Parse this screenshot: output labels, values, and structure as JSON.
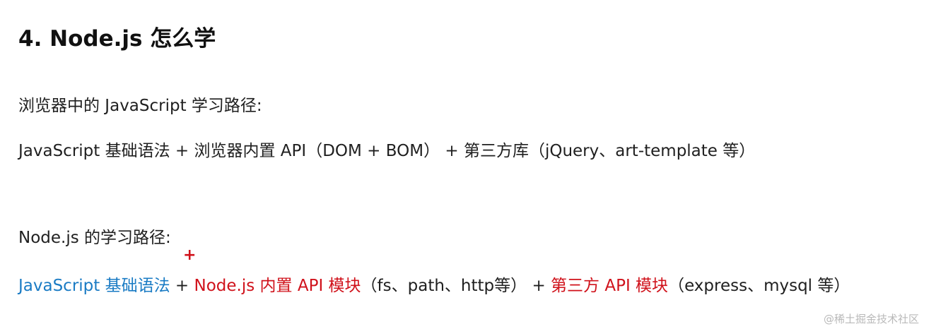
{
  "title": "4. Node.js 怎么学",
  "browser_path": {
    "heading": "浏览器中的 JavaScript 学习路径:",
    "formula": "JavaScript 基础语法 + 浏览器内置 API（DOM + BOM） + 第三方库（jQuery、art-template 等）"
  },
  "node_path": {
    "heading": "Node.js 的学习路径:",
    "annotation_plus": "+",
    "part_basic": "JavaScript 基础语法",
    "sep1": " + ",
    "part_builtin": "Node.js 内置 API 模块",
    "part_builtin_examples": "（fs、path、http等）",
    "sep2": " + ",
    "part_third": "第三方 API 模块",
    "part_third_examples": "（express、mysql 等）"
  },
  "watermark": "@稀土掘金技术社区",
  "colors": {
    "blue": "#1a7bc4",
    "red": "#d0121b",
    "text": "#1f1f1f"
  }
}
